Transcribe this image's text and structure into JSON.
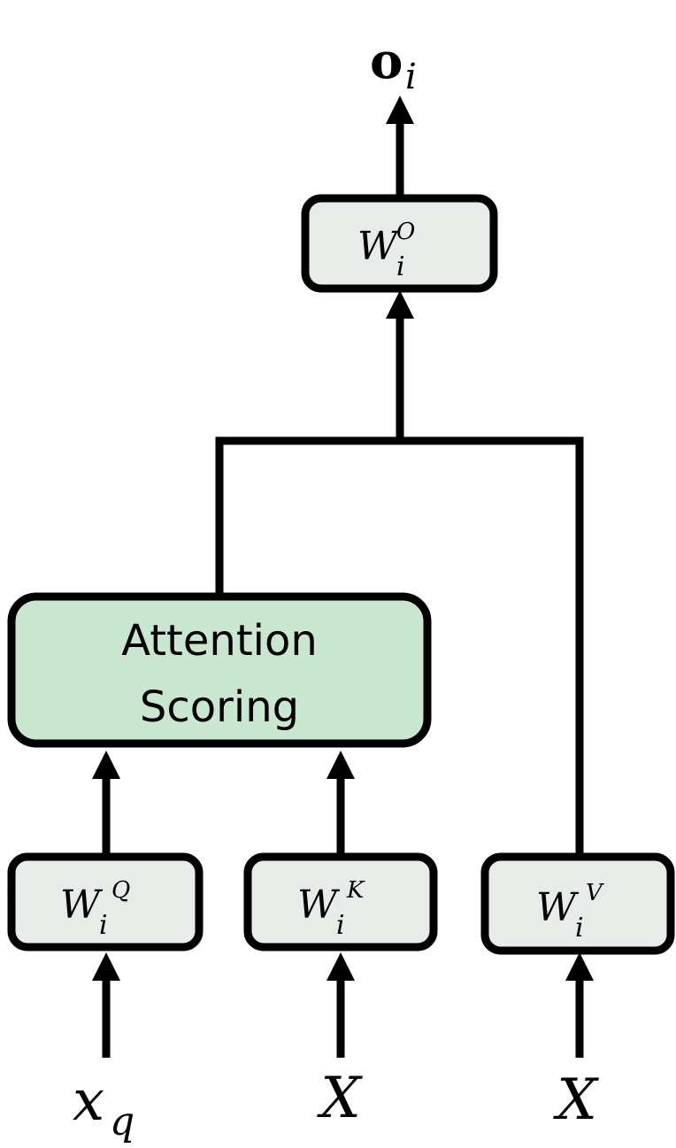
{
  "output": {
    "base": "o",
    "sub": "i"
  },
  "nodes": {
    "wo": {
      "base": "W",
      "sub": "i",
      "sup": "O"
    },
    "attention": {
      "line1": "Attention",
      "line2": "Scoring"
    },
    "wq": {
      "base": "W",
      "sub": "i",
      "sup": "Q"
    },
    "wk": {
      "base": "W",
      "sub": "i",
      "sup": "K"
    },
    "wv": {
      "base": "W",
      "sub": "i",
      "sup": "V"
    }
  },
  "inputs": {
    "query": {
      "base": "x",
      "sub": "q"
    },
    "key": {
      "base": "X"
    },
    "value": {
      "base": "X"
    }
  },
  "colors": {
    "box_fill": "#e8ece9",
    "attention_fill": "#c9e6d1",
    "stroke": "#000000"
  }
}
